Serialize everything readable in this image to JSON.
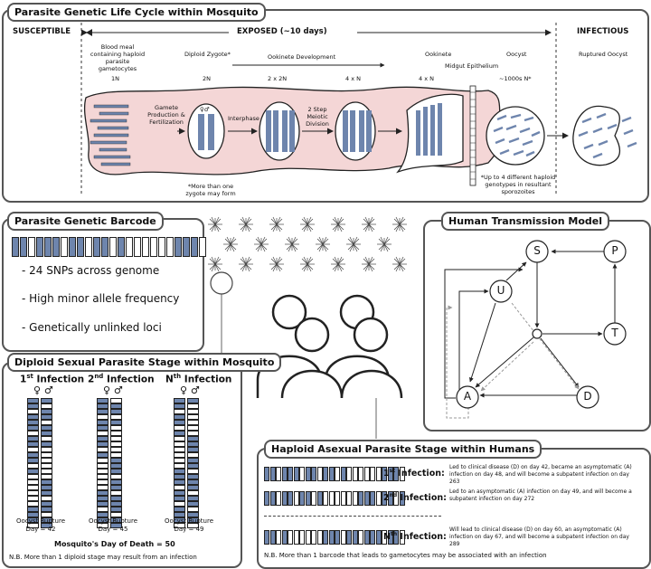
{
  "colors": {
    "blue": "#6e85ad",
    "pink": "#f4d6d6",
    "line": "#555555"
  },
  "life_cycle": {
    "title": "Parasite Genetic Life Cycle within Mosquito",
    "susceptible": "SUSCEPTIBLE",
    "exposed": "EXPOSED (~10 days)",
    "infectious": "INFECTIOUS",
    "stages": [
      {
        "label": "Blood meal containing haploid parasite gametocytes",
        "ploidy": "1N"
      },
      {
        "label": "Diploid Zygote*",
        "ploidy": "2N"
      },
      {
        "label": "Ookinete Development",
        "ploidy": "2 x 2N"
      },
      {
        "label": "",
        "ploidy": "4 x N"
      },
      {
        "label": "Ookinete",
        "ploidy": "4 x N"
      },
      {
        "label": "Oocyst",
        "ploidy": "~1000s N*"
      },
      {
        "label": "Ruptured Oocyst",
        "ploidy": ""
      }
    ],
    "midgut": "Midgut Epithelium",
    "step_gamete": "Gamete Production & Fertilization",
    "step_interphase": "Interphase",
    "step_meiotic": "2 Step Meiotic Division",
    "note_zygote": "*More than one zygote may form",
    "note_oocyst": "*Up to 4 different haploid genotypes in resultant sporozoites"
  },
  "barcode": {
    "title": "Parasite Genetic Barcode",
    "pattern": [
      1,
      1,
      0,
      1,
      1,
      1,
      0,
      1,
      1,
      0,
      1,
      1,
      0,
      1,
      0,
      0,
      0,
      0,
      0,
      0,
      1,
      1,
      1,
      0
    ],
    "bullets": [
      "- 24 SNPs across genome",
      "- High minor allele frequency",
      "- Genetically unlinked loci"
    ]
  },
  "transmission": {
    "title": "Human Transmission Model",
    "nodes": [
      "S",
      "P",
      "U",
      "T",
      "A",
      "D"
    ]
  },
  "diploid": {
    "title": "Diploid Sexual Parasite Stage within Mosquito",
    "infections": [
      {
        "ord": "1",
        "sup": "st",
        "label": "Infection",
        "rupture": "Oocyst Rupture",
        "day": "Day = 42"
      },
      {
        "ord": "2",
        "sup": "nd",
        "label": "Infection",
        "rupture": "Oocyst Rupture",
        "day": "Day = 45"
      },
      {
        "ord": "N",
        "sup": "th",
        "label": "Infection",
        "rupture": "Oocyst Rupture",
        "day": "Day = 49"
      }
    ],
    "death": "Mosquito's Day of Death = 50",
    "note": "N.B. More than 1 diploid stage may result from an infection"
  },
  "haploid": {
    "title": "Haploid Asexual Parasite Stage within Humans",
    "rows": [
      {
        "ord": "1",
        "sup": "st",
        "label": "Infection:",
        "desc": "Led to clinical disease (D) on day 42, became an asymptomatic (A) infection on day 48, and will become a subpatent infection on day 263"
      },
      {
        "ord": "2",
        "sup": "nd",
        "label": "Infection:",
        "desc": "Led to an asymptomatic (A) infection on day 49, and will become a subpatent infection on day 272"
      },
      {
        "ord": "N",
        "sup": "th",
        "label": "Infection:",
        "desc": "Will lead to clinical disease (D) on day 60, an asymptomatic (A) infection on day 67, and will become a subpatent infection on day 289"
      }
    ],
    "note": "N.B. More than 1 barcode that leads to gametocytes may be associated with an infection"
  }
}
